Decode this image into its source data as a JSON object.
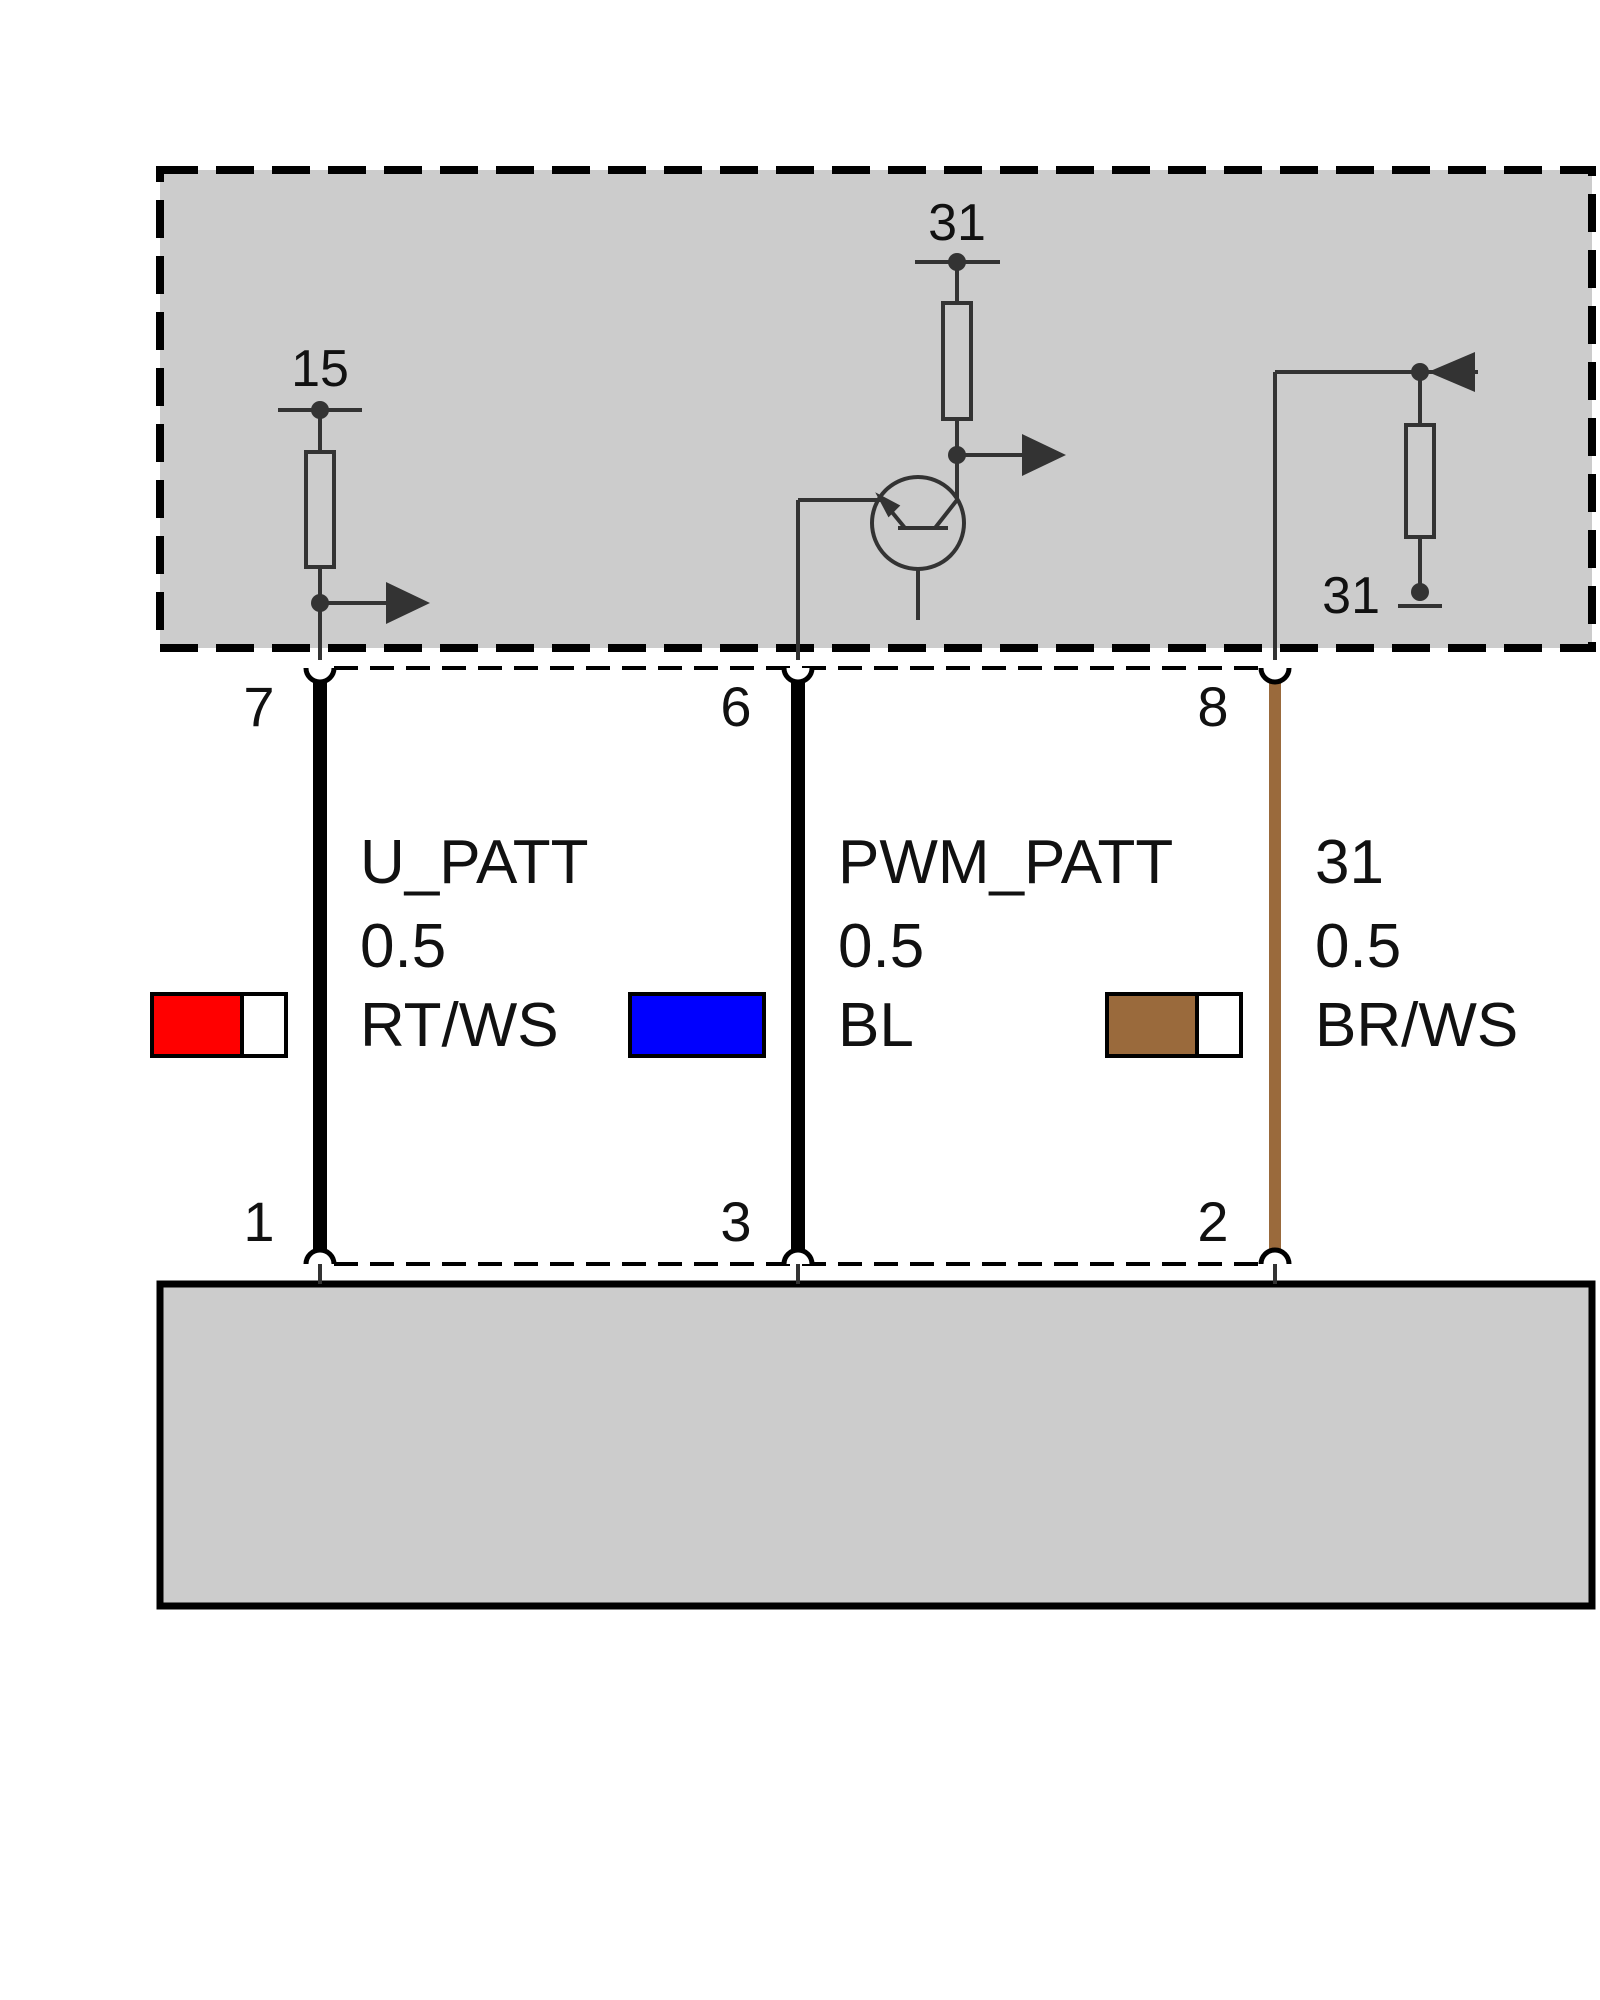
{
  "colors": {
    "module_fill": "#cccccc",
    "line": "#000000",
    "circuit_line": "#333333",
    "wire_black": "#000000",
    "wire_brown": "#9a6a3c",
    "swatch_red": "#ff0000",
    "swatch_blue": "#0000ff",
    "swatch_brown": "#9a6a3c",
    "swatch_white": "#ffffff"
  },
  "supply_labels": {
    "left": "15",
    "transistor": "31",
    "ground": "31"
  },
  "wires": [
    {
      "top_pin": "7",
      "bottom_pin": "1",
      "signal": "U_PATT",
      "cross_section": "0.5",
      "color_code": "RT/WS",
      "wire_color": "black",
      "swatch": [
        "red",
        "white"
      ]
    },
    {
      "top_pin": "6",
      "bottom_pin": "3",
      "signal": "PWM_PATT",
      "cross_section": "0.5",
      "color_code": "BL",
      "wire_color": "black",
      "swatch": [
        "blue"
      ]
    },
    {
      "top_pin": "8",
      "bottom_pin": "2",
      "signal": "31",
      "cross_section": "0.5",
      "color_code": "BR/WS",
      "wire_color": "brown",
      "swatch": [
        "brown",
        "white"
      ]
    }
  ]
}
